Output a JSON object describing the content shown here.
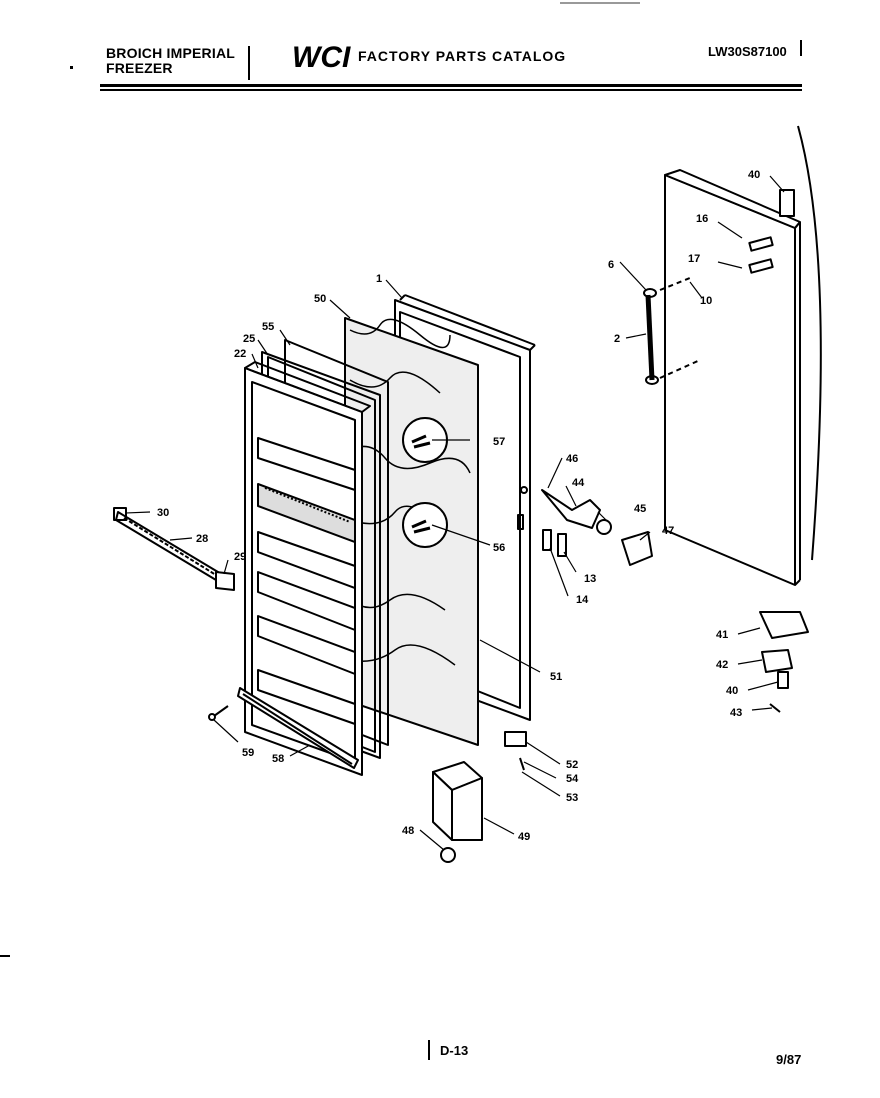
{
  "header": {
    "brand_line1": "BROICH IMPERIAL",
    "brand_line2": "FREEZER",
    "logo_text": "WCI",
    "catalog_title": "FACTORY PARTS CATALOG",
    "model_number": "LW30S87100"
  },
  "part_labels": {
    "p1": "1",
    "p50": "50",
    "p55": "55",
    "p25": "25",
    "p22": "22",
    "p57": "57",
    "p56": "56",
    "p51": "51",
    "p30": "30",
    "p28": "28",
    "p29": "29",
    "p59": "59",
    "p58": "58",
    "p46": "46",
    "p44": "44",
    "p45": "45",
    "p47": "47",
    "p13": "13",
    "p14": "14",
    "p6": "6",
    "p10": "10",
    "p2": "2",
    "p16": "16",
    "p17": "17",
    "p40a": "40",
    "p41": "41",
    "p42": "42",
    "p40b": "40",
    "p43": "43",
    "p52": "52",
    "p54": "54",
    "p53": "53",
    "p48": "48",
    "p49": "49"
  },
  "footer": {
    "page_code": "D-13",
    "date": "9/87"
  }
}
